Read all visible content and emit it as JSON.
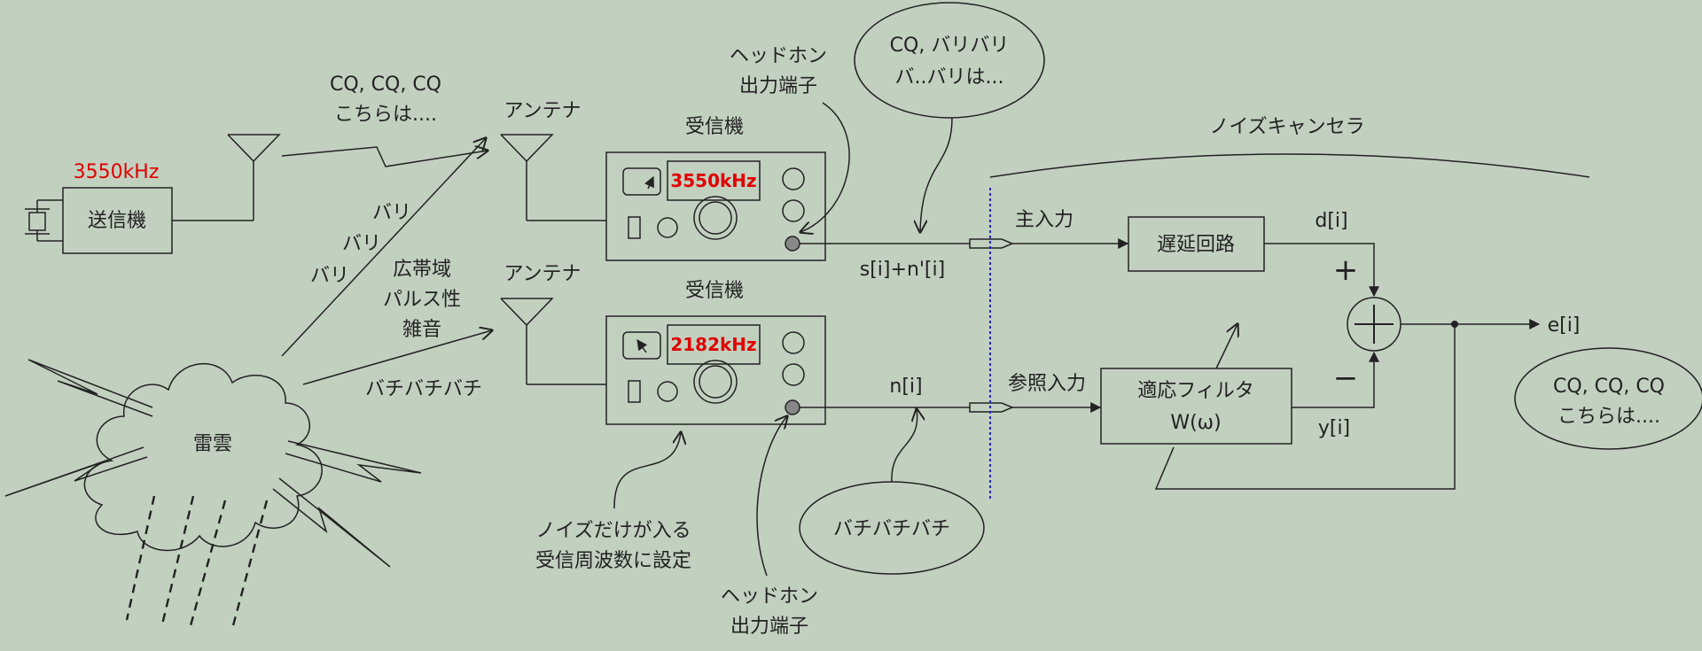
{
  "transmitter": {
    "label": "送信機",
    "freq": "3550kHz",
    "speech": [
      "CQ, CQ, CQ",
      "こちらは...."
    ]
  },
  "antenna_label": "アンテナ",
  "receiver_label": "受信機",
  "receiver1": {
    "display": "3550kHz"
  },
  "receiver2": {
    "display": "2182kHz"
  },
  "noise_words": [
    "バリ",
    "バリ",
    "バリ"
  ],
  "noise_desc": [
    "広帯域",
    "パルス性",
    "雑音"
  ],
  "pachi_label": "バチバチバチ",
  "thundercloud_label": "雷雲",
  "headphone_label": [
    "ヘッドホン",
    "出力端子"
  ],
  "bubble_top": [
    "CQ, バリバリ",
    "バ..バリは..."
  ],
  "bubble_bottom": "バチバチバチ",
  "bubble_right": [
    "CQ, CQ, CQ",
    "こちらは...."
  ],
  "tune_note": [
    "ノイズだけが入る",
    "受信周波数に設定"
  ],
  "signals": {
    "s": "s[i]+n'[i]",
    "n": "n[i]",
    "d": "d[i]",
    "y": "y[i]",
    "e": "e[i]"
  },
  "canceller": {
    "title": "ノイズキャンセラ",
    "main_input": "主入力",
    "ref_input": "参照入力",
    "delay": "遅延回路",
    "filter": [
      "適応フィルタ",
      "W(ω)"
    ],
    "plus": "+",
    "minus": "−"
  },
  "colors": {
    "background": "#c2d0c0",
    "highlight": "#e00000",
    "divider": "#2222dd"
  }
}
